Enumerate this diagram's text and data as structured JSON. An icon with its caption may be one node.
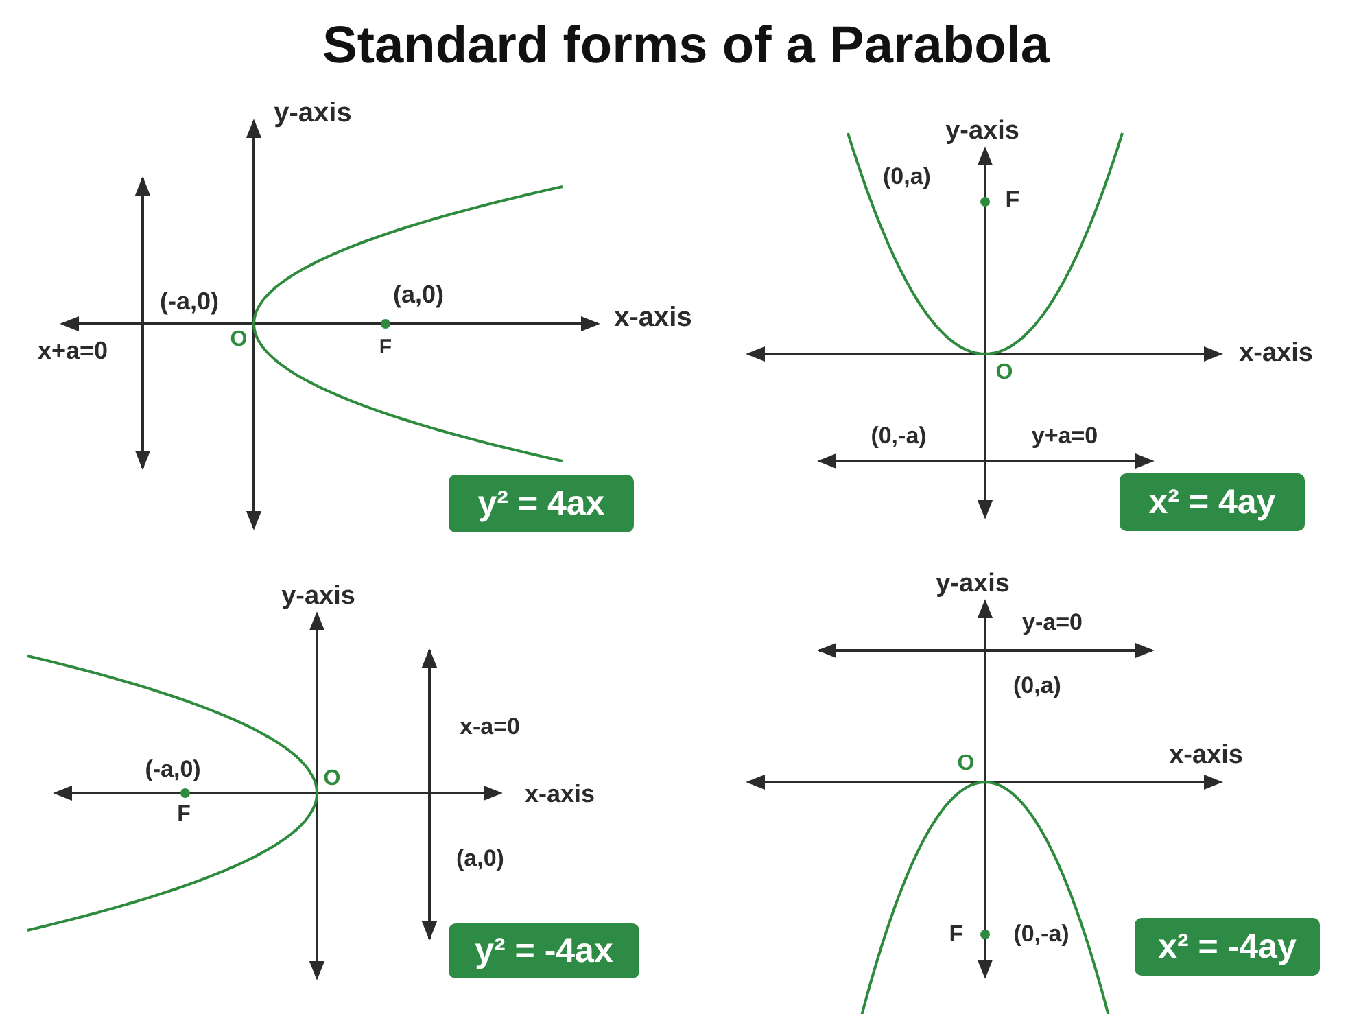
{
  "diagram": {
    "title": "Standard forms of a Parabola",
    "nodes": [
      {
        "text": [
          "y² = 4ax"
        ]
      },
      {
        "text": [
          "x² = 4ay"
        ]
      },
      {
        "text": [
          "y² = -4ax"
        ]
      },
      {
        "text": [
          "x² = -4ay"
        ]
      }
    ],
    "labels": [
      "y-axis",
      "(-a,0)",
      "(a,0)",
      "x-axis",
      "x+a=0",
      "O",
      "F",
      "y-axis",
      "(0,a)",
      "F",
      "x-axis",
      "O",
      "(0,-a)",
      "y+a=0",
      "y-axis",
      "x-a=0",
      "(-a,0)",
      "x-axis",
      "O",
      "F",
      "(a,0)",
      "y-axis",
      "y-a=0",
      "(0,a)",
      "O",
      "x-axis",
      "F",
      "(0,-a)"
    ]
  }
}
